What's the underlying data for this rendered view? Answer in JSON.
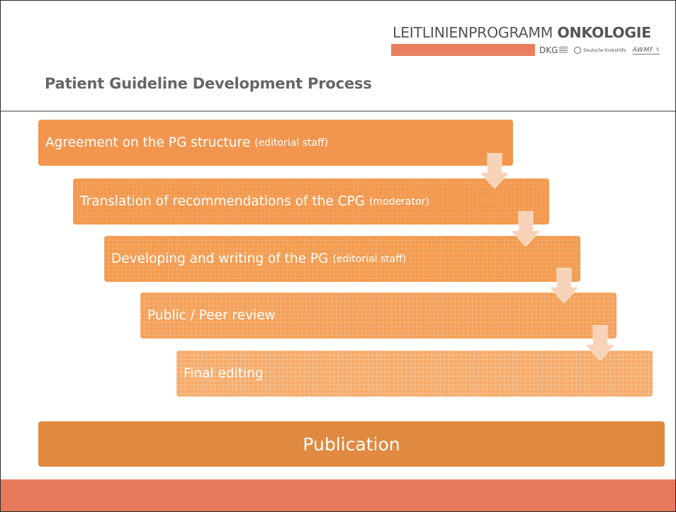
{
  "header": {
    "brand_light": "LEITLINIENPROGRAMM",
    "brand_bold": "ONKOLOGIE",
    "partners": {
      "dkg": "DKG",
      "dk": "Deutsche Krebshilfe",
      "awmf": "AWMF"
    }
  },
  "title": "Patient Guideline Development Process",
  "steps": [
    {
      "main": "Agreement on the PG structure",
      "role": "(editorial staff)"
    },
    {
      "main": "Translation of recommendations of the CPG",
      "role": "(moderator)"
    },
    {
      "main": "Developing and writing of the PG ",
      "role": "(editorial staff)"
    },
    {
      "main": "Public / Peer review",
      "role": ""
    },
    {
      "main": "Final editing",
      "role": ""
    }
  ],
  "publication": "Publication",
  "colors": {
    "accent": "#e6795c",
    "step": "#f2964f",
    "publication": "#e08a41"
  }
}
